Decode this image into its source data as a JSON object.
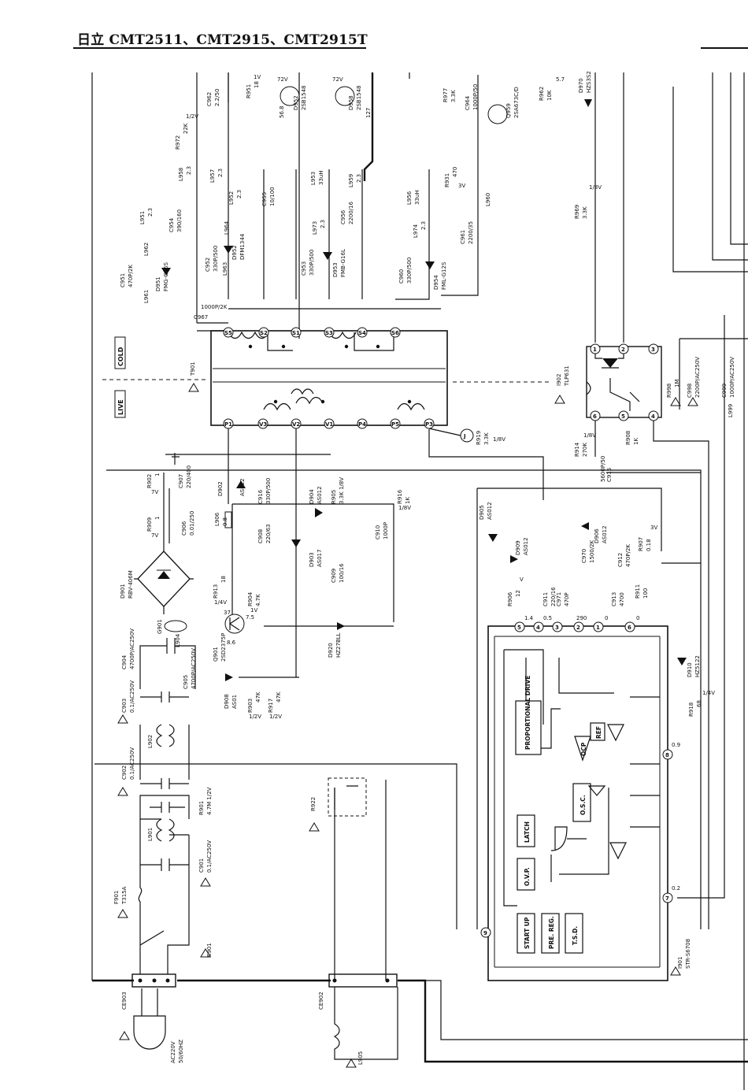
{
  "header": {
    "title": "日立 CMT2511、CMT2915、CMT2915T"
  },
  "zones": {
    "cold": "COLD",
    "live": "LIVE"
  },
  "transformer": {
    "ref": "T901",
    "primary_pins": [
      "P1",
      "V3",
      "V2",
      "V1",
      "P4",
      "P5",
      "P3"
    ],
    "secondary_pins": [
      "S5",
      "S2",
      "S1",
      "S3",
      "S4",
      "S6"
    ],
    "marker": "J"
  },
  "ic": {
    "ref": "I901",
    "part": "STR-S6708",
    "blocks": [
      "PROPORTIONAL DRIVE",
      "REF",
      "OCP",
      "O.S.C.",
      "LATCH",
      "O.V.P.",
      "START UP",
      "PRE. REG.",
      "T.S.D."
    ],
    "pins": [
      "5",
      "4",
      "3",
      "2",
      "6",
      "8",
      "7",
      "9",
      "1"
    ],
    "voltages": [
      "1.4",
      "0.5",
      "290",
      "0",
      "0",
      "0.9",
      "0.2"
    ]
  },
  "optocoupler": {
    "ref": "I902",
    "part": "TLP631",
    "pins": [
      "1",
      "2",
      "3",
      "6",
      "5",
      "4"
    ]
  },
  "plug": {
    "label": "AC220V",
    "freq": "50/60HZ"
  },
  "connectors": [
    "CE903",
    "CE902"
  ],
  "components": {
    "fuse": [
      "F901",
      "T315A"
    ],
    "switch": "S901",
    "bridge": [
      "D901",
      "RBV-406M"
    ],
    "c901": [
      "C901",
      "0.1/AC250V"
    ],
    "c902": [
      "C902",
      "0.1/AC250V"
    ],
    "c903": [
      "C903",
      "0.1/AC250V"
    ],
    "c904": [
      "C904",
      "4700P/AC250V"
    ],
    "c905": [
      "C905",
      "4700P/AC250V"
    ],
    "l901": "L901",
    "l902": "L902",
    "l904": "L904",
    "l905": "L905",
    "r901": [
      "R901",
      "4.7M 1/2V"
    ],
    "r922": "R922",
    "g901": "G901",
    "d908": [
      "D908",
      "AS01"
    ],
    "r903": [
      "R903",
      "47K",
      "1/2V"
    ],
    "r917": [
      "R917",
      "47K",
      "1/2V"
    ],
    "q901": [
      "Q901",
      "2SD2375P"
    ],
    "d920": [
      "D920",
      "HZ27BLL"
    ],
    "r913": [
      "R913",
      "18",
      "1/4V"
    ],
    "r904": [
      "R904",
      "4.7K",
      "1V"
    ],
    "d903": [
      "D903",
      "AS017"
    ],
    "c909": [
      "C909",
      "100/16"
    ],
    "r909": [
      "R909",
      "1",
      "7V"
    ],
    "r902": [
      "R902",
      "1",
      "7V"
    ],
    "c906": [
      "C906",
      "0.01/250"
    ],
    "c907": [
      "C907",
      "220/400"
    ],
    "l906": [
      "L906",
      "0.8"
    ],
    "d902": [
      "D902",
      "AS012"
    ],
    "c916": [
      "C916",
      "330P/500"
    ],
    "c908": [
      "C908",
      "220/63"
    ],
    "d904": [
      "D904",
      "AS012"
    ],
    "r905": [
      "R905",
      "3.3K 1/8V"
    ],
    "r916": [
      "R916",
      "1K",
      "1/8V"
    ],
    "c910": [
      "C910",
      "1000P"
    ],
    "r919": [
      "R919",
      "3.3K",
      "1/8V"
    ],
    "d905": [
      "D905",
      "AS012"
    ],
    "d909": [
      "D909",
      "AS012"
    ],
    "d906": [
      "D906",
      "AS012"
    ],
    "c970": [
      "C970",
      "1500/2K"
    ],
    "c912": [
      "C912",
      "470P/2K"
    ],
    "r907": [
      "R907",
      "0.18",
      "3V"
    ],
    "r906": [
      "R906",
      "12",
      "V"
    ],
    "c911": [
      "C911",
      "220/16"
    ],
    "c971": [
      "C971",
      "470P"
    ],
    "c913": [
      "C913",
      "4700"
    ],
    "r911": [
      "R911",
      "100"
    ],
    "d910": [
      "D910",
      "HZ5122"
    ],
    "r918": [
      "R918",
      "68",
      "1/4V"
    ],
    "r914": [
      "R914",
      "270K",
      "1/8V"
    ],
    "r908": [
      "R908",
      "1K"
    ],
    "c915": [
      "C915",
      "5600P/50"
    ],
    "r998": [
      "R998",
      "1M"
    ],
    "c998": [
      "C998",
      "2200P/AC250V"
    ],
    "c999": [
      "C999",
      "1000P/AC250V"
    ],
    "l999": "L999",
    "c967": [
      "C967",
      "1000P/2K"
    ],
    "c951": [
      "C951",
      "470P/2K"
    ],
    "d951": [
      "D951",
      "FMG-G26S"
    ],
    "l951": [
      "L951",
      "2.3"
    ],
    "l961": "L961",
    "l962": "L962",
    "l963": "L963",
    "c954": [
      "C954",
      "390/160"
    ],
    "l958": [
      "L958",
      "2.3"
    ],
    "r972": [
      "R972",
      "22K",
      "1/2V"
    ],
    "c962": [
      "C962",
      "2.2/50"
    ],
    "r951": [
      "R951",
      "18",
      "1V"
    ],
    "d952": [
      "D952",
      "2SB1548"
    ],
    "d958": [
      "D958",
      "2SB1548"
    ],
    "c952": [
      "C952",
      "330P/500"
    ],
    "l957": [
      "L957",
      "2.3"
    ],
    "l952": [
      "L952",
      "2.3"
    ],
    "l964": "L964",
    "d952b": [
      "D952",
      "DFM1344"
    ],
    "c955": [
      "C955",
      "10/100"
    ],
    "l953": [
      "L953",
      "33uH"
    ],
    "l959": [
      "L959",
      "2.3"
    ],
    "c953": [
      "C953",
      "330P/500"
    ],
    "l973": [
      "L973",
      "2.3"
    ],
    "d953": [
      "D953",
      "FMB-G16L"
    ],
    "c956": [
      "C956",
      "2200/16"
    ],
    "r931": [
      "R931",
      "470",
      "3V"
    ],
    "l956": [
      "L956",
      "33uH"
    ],
    "l974": [
      "L974",
      "2.3"
    ],
    "c960": [
      "C960",
      "330P/500"
    ],
    "d954": [
      "D954",
      "FML-G12S"
    ],
    "c961": [
      "C961",
      "2200/35"
    ],
    "l960": "L960",
    "r977": [
      "R977",
      "3.3K"
    ],
    "c964": [
      "C964",
      "1000P/50"
    ],
    "q959": [
      "Q959",
      "2SA673C/D"
    ],
    "r962": [
      "R962",
      "10K"
    ],
    "d970": [
      "D970",
      "HZS3S2"
    ],
    "r969": [
      "R969",
      "3.3K",
      "1/8V"
    ]
  },
  "voltages": [
    "72V",
    "72V",
    "56.8",
    "127",
    "37",
    "7.5",
    "8.6",
    "5.7"
  ]
}
